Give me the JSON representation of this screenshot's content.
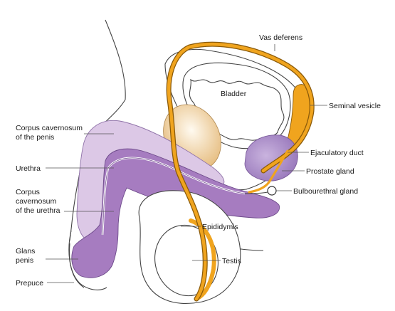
{
  "labels": {
    "vas_deferens": "Vas deferens",
    "bladder": "Bladder",
    "seminal_vesicle": "Seminal vesicle",
    "corpus_cavernosum_penis_1": "Corpus cavernosum",
    "corpus_cavernosum_penis_2": "of the penis",
    "ejaculatory_duct": "Ejaculatory duct",
    "urethra": "Urethra",
    "prostate_gland": "Prostate gland",
    "corpus_cavernosum_urethra_1": "Corpus",
    "corpus_cavernosum_urethra_2": "cavernosum",
    "corpus_cavernosum_urethra_3": "of the urethra",
    "bulbourethral_gland": "Bulbourethral gland",
    "epididymis": "Epididymis",
    "glans_penis_1": "Glans",
    "glans_penis_2": "penis",
    "testis": "Testis",
    "prepuce": "Prepuce"
  },
  "colors": {
    "duct_orange": "#f0a41e",
    "cavernosum_light_purple": "#dcc8e6",
    "spongiosum_purple": "#a67cc0",
    "prostate_purple": "#a98bc8",
    "pubic_bone_tan": "#e8c58f",
    "outline": "#444444"
  }
}
